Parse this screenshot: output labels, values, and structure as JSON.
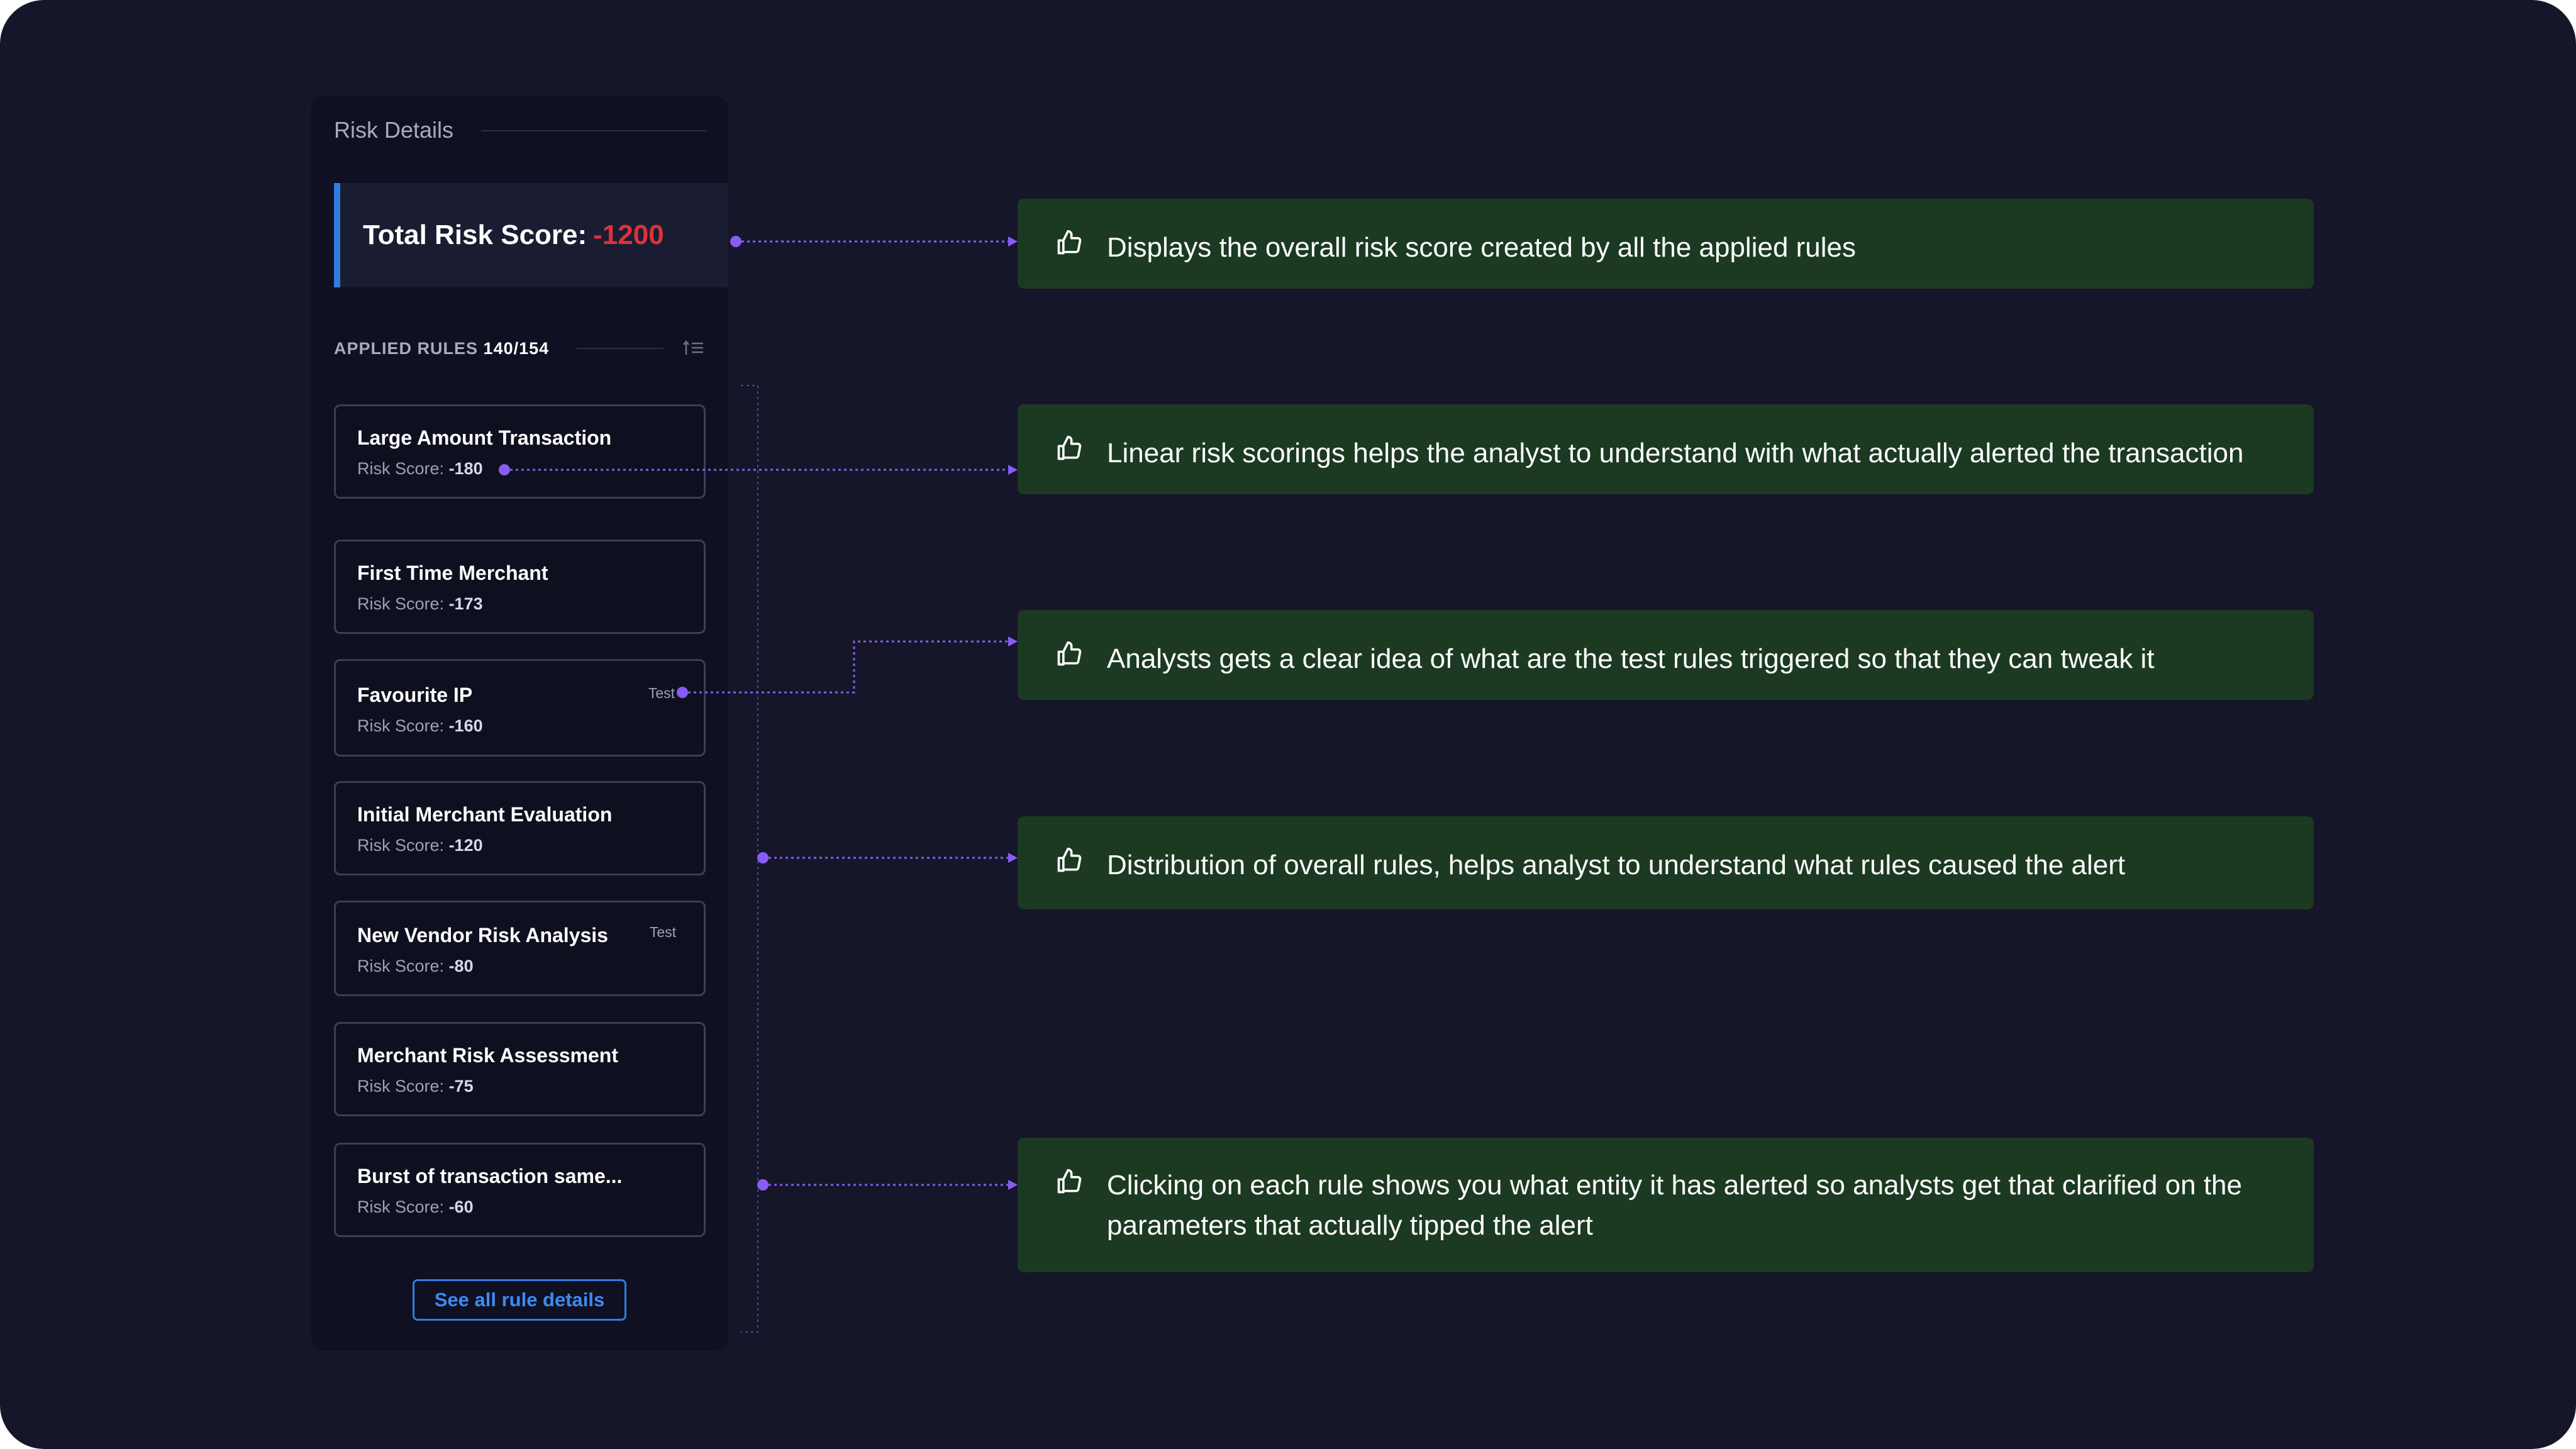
{
  "panel": {
    "title": "Risk Details",
    "total_label": "Total Risk Score:",
    "total_value": "-1200",
    "rules_header": "APPLIED RULES",
    "rules_count": "140/154",
    "score_label": "Risk Score:",
    "see_all_label": "See all rule details"
  },
  "rules": [
    {
      "name": "Large Amount Transaction",
      "score": "-180",
      "tag": ""
    },
    {
      "name": "First Time Merchant",
      "score": "-173",
      "tag": ""
    },
    {
      "name": "Favourite IP",
      "score": "-160",
      "tag": "Test"
    },
    {
      "name": "Initial Merchant Evaluation",
      "score": "-120",
      "tag": ""
    },
    {
      "name": "New Vendor Risk Analysis",
      "score": "-80",
      "tag": "Test"
    },
    {
      "name": "Merchant Risk Assessment",
      "score": "-75",
      "tag": ""
    },
    {
      "name": "Burst of transaction same...",
      "score": "-60",
      "tag": ""
    }
  ],
  "callouts": [
    {
      "text": "Displays the overall risk score created by all the applied rules"
    },
    {
      "text": "Linear risk scorings helps the analyst to understand with what actually alerted the transaction"
    },
    {
      "text": "Analysts gets a clear idea of what are the test rules triggered so that they can tweak it"
    },
    {
      "text": "Distribution of overall rules, helps analyst to understand what  rules caused the alert"
    },
    {
      "text": "Clicking on each rule shows you what entity it has alerted so analysts get that clarified on the parameters that actually tipped the alert"
    }
  ],
  "colors": {
    "background": "#16162b",
    "panel": "#0f1122",
    "accent_blue": "#2f7de1",
    "score_red": "#e0303c",
    "callout_green": "#1c3a22",
    "connector_purple": "#8a5cf6"
  },
  "icons": {
    "callout": "thumbs-up-icon",
    "sort": "sort-icon"
  }
}
